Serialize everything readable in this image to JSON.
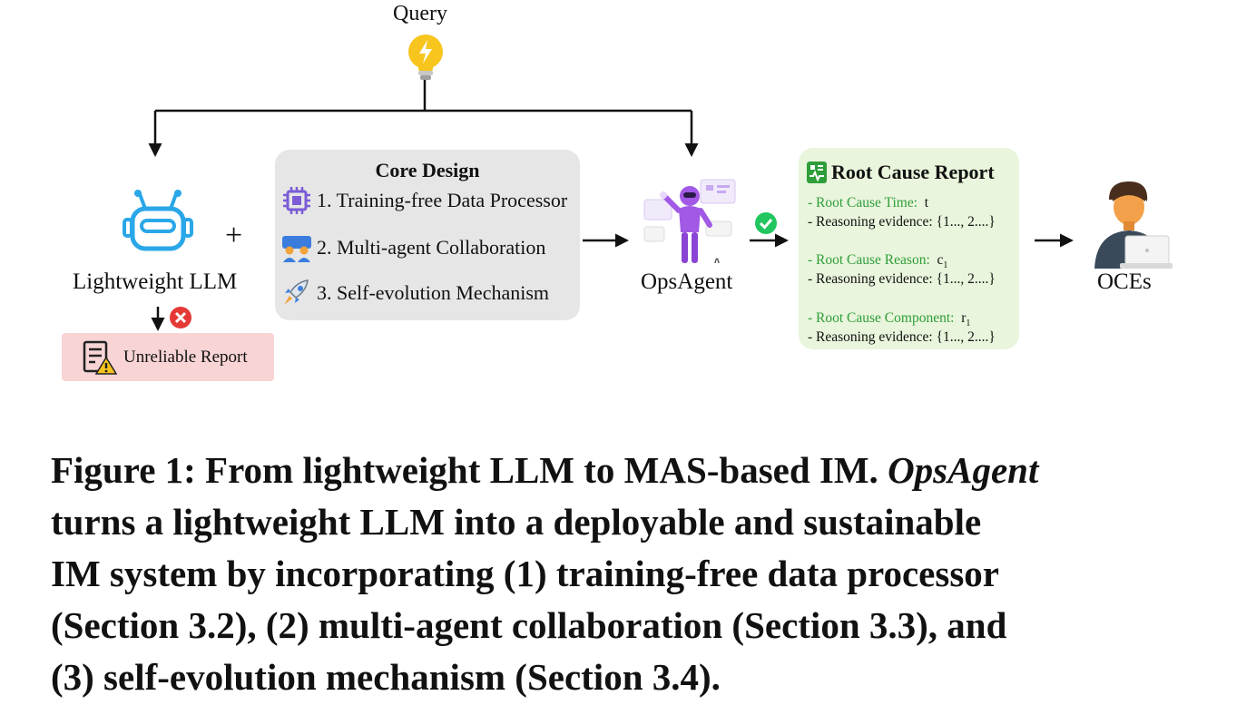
{
  "query_label": "Query",
  "lightweight_llm_label": "Lightweight LLM",
  "plus_sign": "+",
  "unreliable_report_label": "Unreliable Report",
  "core_design": {
    "title": "Core Design",
    "items": [
      "1. Training-free Data Processor",
      "2. Multi-agent Collaboration",
      "3. Self-evolution Mechanism"
    ]
  },
  "opsagent_label": "OpsAgent",
  "root_cause_report": {
    "title": "Root Cause Report",
    "time_label": "- Root Cause Time:",
    "time_value": "t",
    "reason_label": "- Root Cause Reason:",
    "reason_value": "c",
    "reason_sub": "1",
    "component_label": "- Root Cause Component:",
    "component_value": "r",
    "component_sub": "1",
    "evidence_text": "- Reasoning evidence: {1..., 2....}"
  },
  "oces_label": "OCEs",
  "caption": {
    "line1_prefix": "Figure 1: From lightweight LLM to MAS-based IM.",
    "line1_italic": "OpsAgent",
    "line2": "turns a lightweight LLM into a deployable and sustainable",
    "line3": "IM system by incorporating (1) training-free data processor",
    "line4": "(Section 3.2), (2) multi-agent collaboration (Section 3.3), and",
    "line5": "(3) self-evolution mechanism (Section 3.4)."
  },
  "colors": {
    "core_box": "#e6e6e6",
    "report_box": "#e9f5dc",
    "report_green": "#2e9e3a",
    "unreliable_box": "#f8d4d4",
    "robot_blue": "#2aa7e8",
    "bulb_yellow": "#f7c51e",
    "agent_purple": "#a259e6",
    "check_green": "#22c55e",
    "error_red": "#e53935"
  },
  "icons": [
    "lightbulb-icon",
    "robot-icon",
    "error-x-icon",
    "document-warning-icon",
    "chip-icon",
    "team-icon",
    "rocket-icon",
    "agent-robot-icon",
    "check-icon",
    "report-icon",
    "person-laptop-icon"
  ]
}
